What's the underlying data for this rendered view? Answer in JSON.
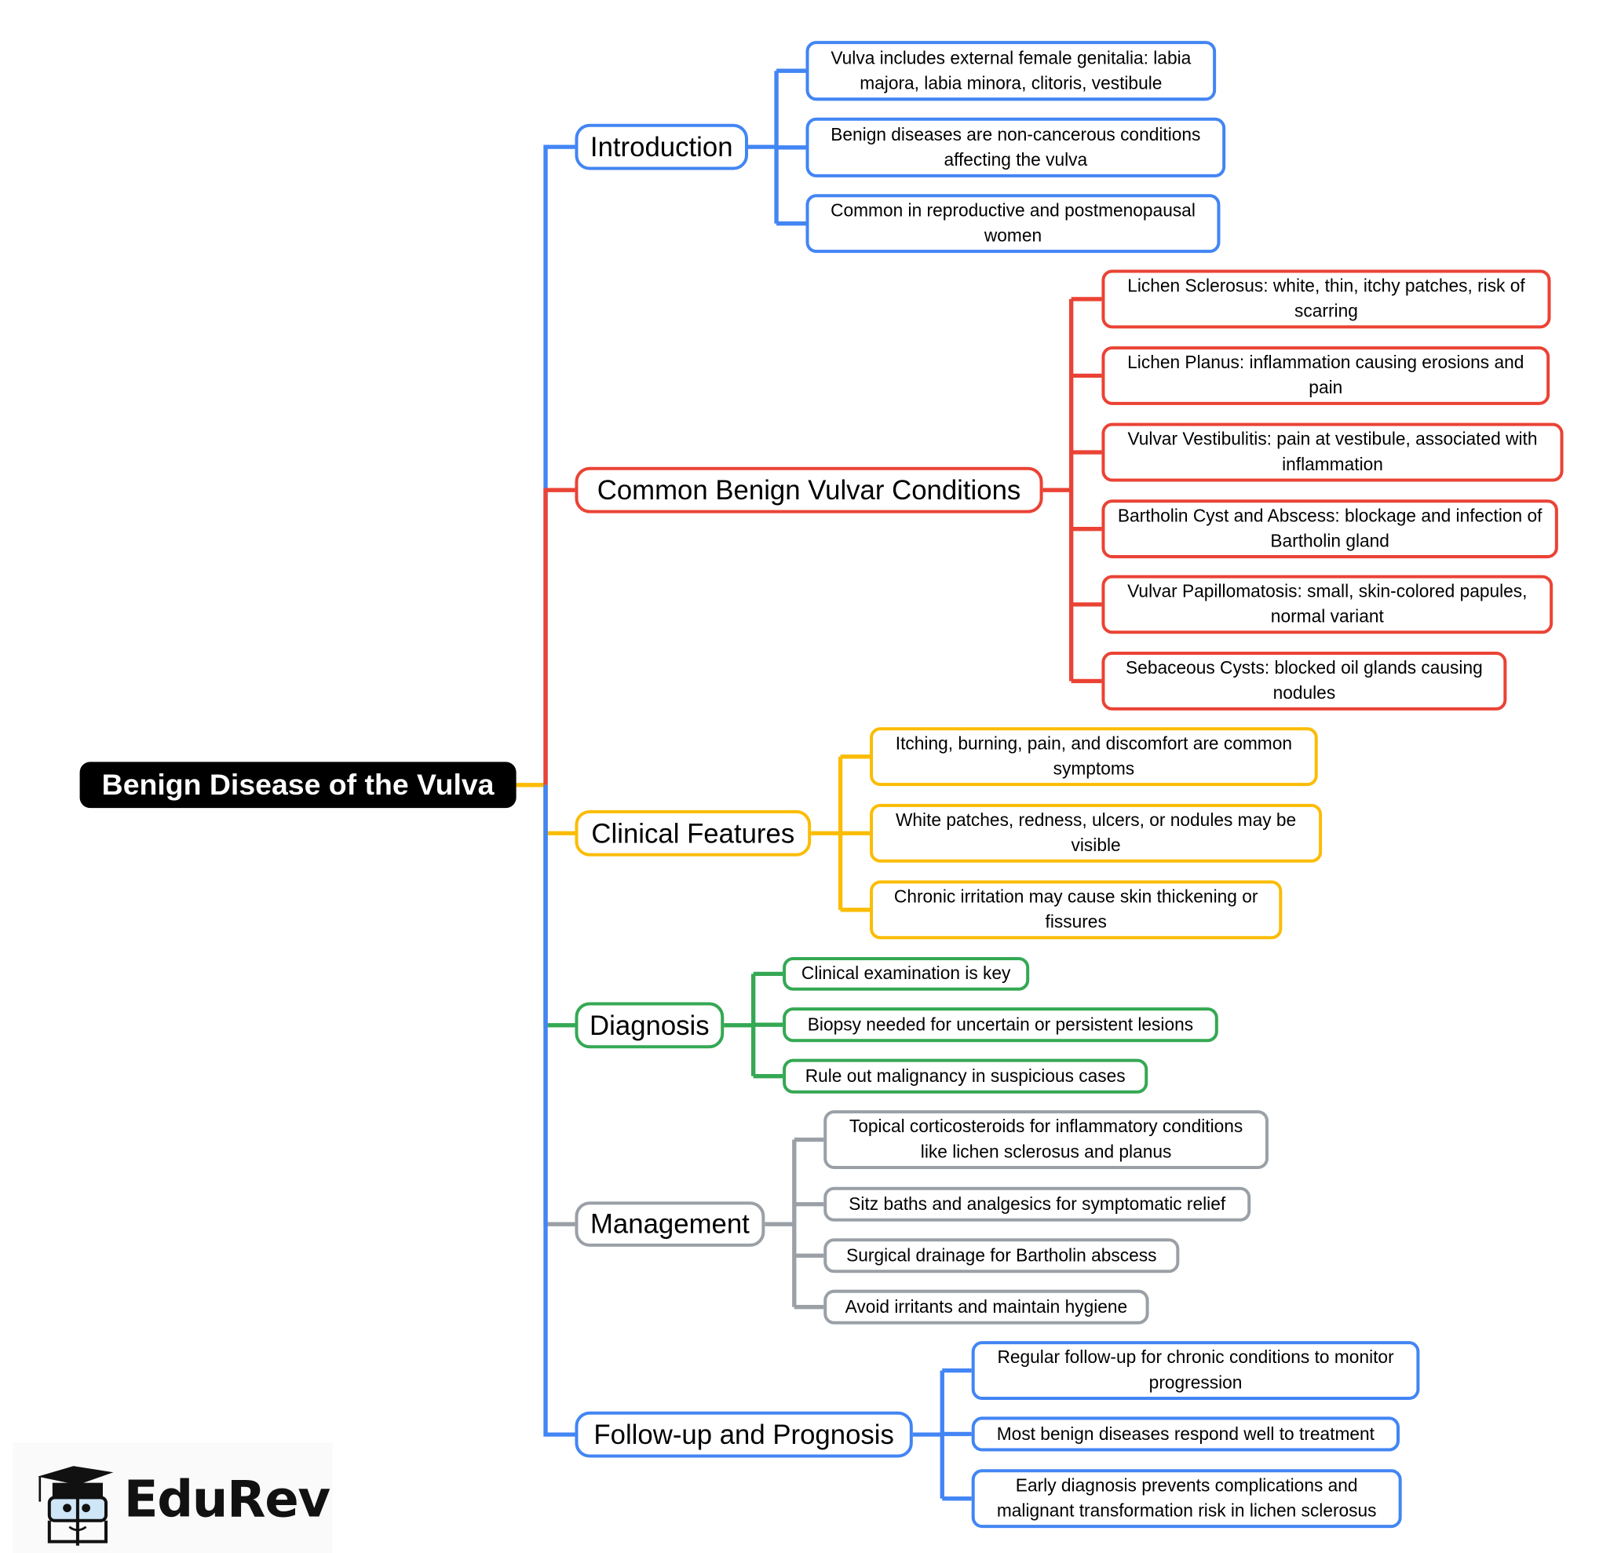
{
  "title": "Benign Disease of the Vulva",
  "colors": {
    "blue": "#4285f4",
    "red": "#ea4335",
    "yellow": "#fbbc04",
    "green": "#34a853",
    "gray": "#9aa0a6",
    "root": "#000000"
  },
  "branches": [
    {
      "label": "Introduction",
      "color": "#4285f4",
      "items": [
        "Vulva includes external female genitalia: labia majora, labia minora, clitoris, vestibule",
        "Benign diseases are non-cancerous conditions affecting the vulva",
        "Common in reproductive and postmenopausal women"
      ]
    },
    {
      "label": "Common Benign Vulvar Conditions",
      "color": "#ea4335",
      "items": [
        "Lichen Sclerosus: white, thin, itchy patches, risk of scarring",
        "Lichen Planus: inflammation causing erosions and pain",
        "Vulvar Vestibulitis: pain at vestibule, associated with inflammation",
        "Bartholin Cyst and Abscess: blockage and infection of Bartholin gland",
        "Vulvar Papillomatosis: small, skin-colored papules, normal variant",
        "Sebaceous Cysts: blocked oil glands causing nodules"
      ]
    },
    {
      "label": "Clinical Features",
      "color": "#fbbc04",
      "items": [
        "Itching, burning, pain, and discomfort are common symptoms",
        "White patches, redness, ulcers, or nodules may be visible",
        "Chronic irritation may cause skin thickening or fissures"
      ]
    },
    {
      "label": "Diagnosis",
      "color": "#34a853",
      "items": [
        "Clinical examination is key",
        "Biopsy needed for uncertain or persistent lesions",
        "Rule out malignancy in suspicious cases"
      ]
    },
    {
      "label": "Management",
      "color": "#9aa0a6",
      "items": [
        "Topical corticosteroids for inflammatory conditions like lichen sclerosus and planus",
        "Sitz baths and analgesics for symptomatic relief",
        "Surgical drainage for Bartholin abscess",
        "Avoid irritants and maintain hygiene"
      ]
    },
    {
      "label": "Follow-up and Prognosis",
      "color": "#4285f4",
      "items": [
        "Regular follow-up for chronic conditions to monitor progression",
        "Most benign diseases respond well to treatment",
        "Early diagnosis prevents complications and malignant transformation risk in lichen sclerosus"
      ]
    }
  ],
  "logo": {
    "text": "EduRev",
    "icon": "graduation-cap-mascot-icon"
  }
}
